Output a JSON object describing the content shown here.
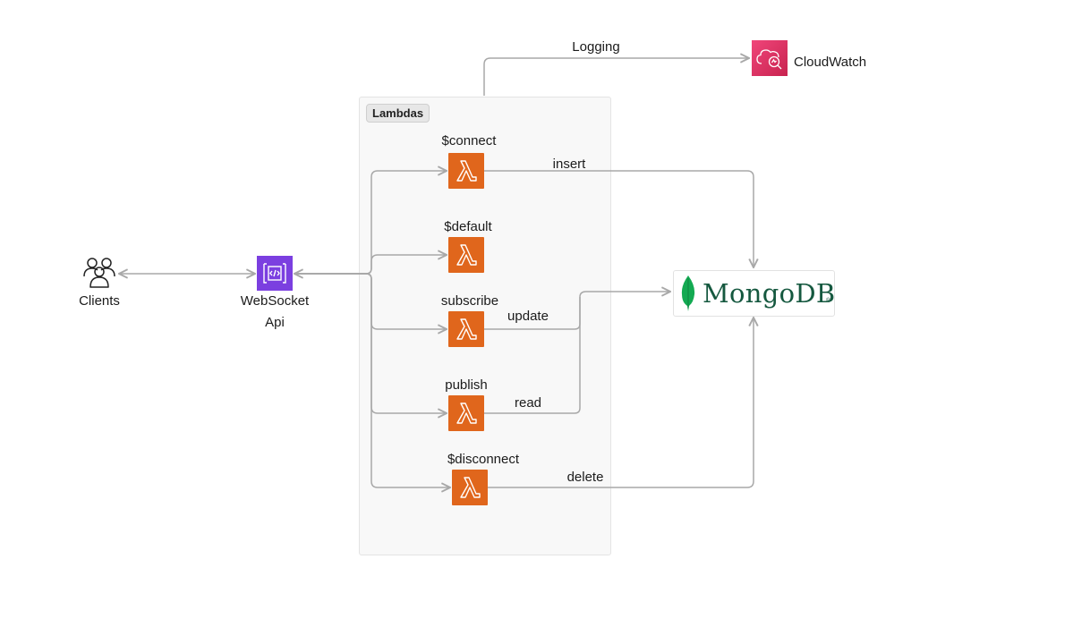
{
  "group": {
    "title": "Lambdas"
  },
  "nodes": {
    "clients": "Clients",
    "api_line1": "WebSocket",
    "api_line2": "Api",
    "cloudwatch": "CloudWatch",
    "mongodb": "MongoDB",
    "mongodb_mark": "®"
  },
  "lambdas": [
    "$connect",
    "$default",
    "subscribe",
    "publish",
    "$disconnect"
  ],
  "edges": {
    "logging": "Logging",
    "insert": "insert",
    "update": "update",
    "read": "read",
    "delete": "delete"
  },
  "colors": {
    "lambda": "#e0661c",
    "api_gateway": "#7b3fe0",
    "cloudwatch": "#e7157b",
    "mongodb_text": "#15583f",
    "mongodb_leaf": "#13aa52",
    "connector": "#a8a8a8"
  },
  "icons": {
    "clients": "users-icon",
    "api": "api-gateway-icon",
    "lambda": "lambda-icon",
    "cloudwatch": "cloudwatch-icon",
    "mongodb": "mongodb-leaf-icon"
  }
}
